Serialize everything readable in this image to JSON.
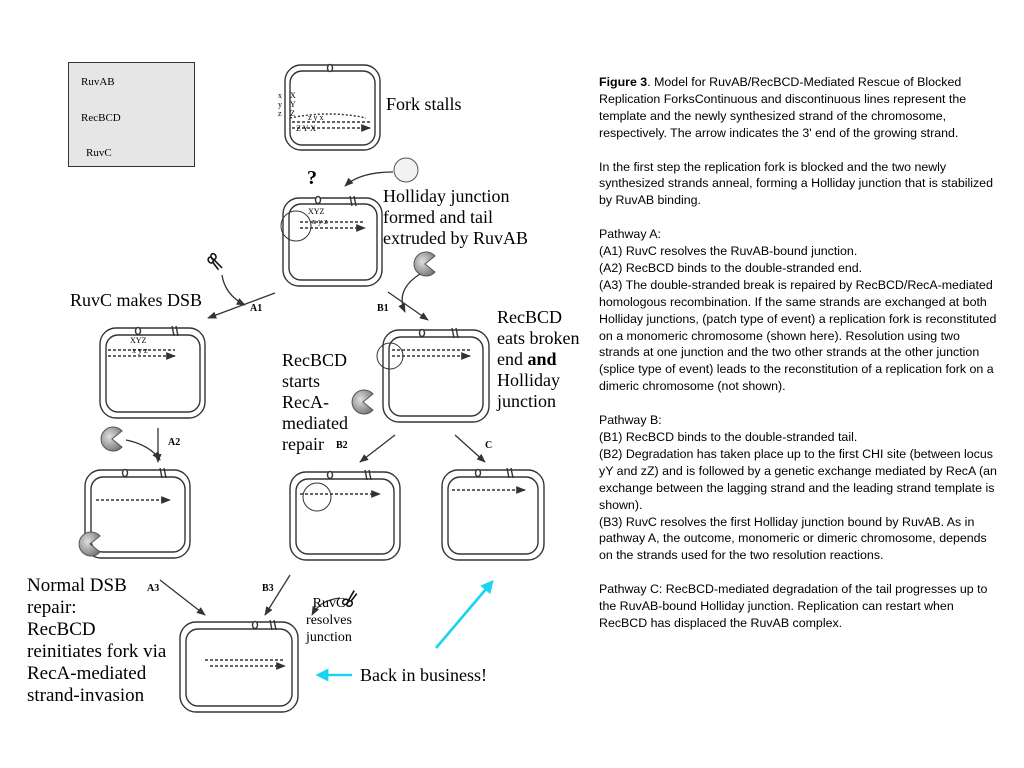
{
  "legend": {
    "ruvab": "RuvAB",
    "recbcd": "RecBCD",
    "ruvc": "RuvC"
  },
  "labels": {
    "fork_stalls": "Fork stalls",
    "question": "?",
    "holliday": [
      "Holliday junction",
      "formed and tail",
      "extruded by RuvAB"
    ],
    "ruvc_dsb": "RuvC makes DSB",
    "recbcd_eats": [
      "RecBCD",
      "eats broken"
    ],
    "recbcd_eats_end": "end ",
    "recbcd_eats_and": "and",
    "recbcd_eats_tail": [
      "Holliday",
      "junction"
    ],
    "recbcd_starts": [
      "RecBCD",
      "starts",
      "RecA-",
      "mediated",
      "repair"
    ],
    "normal_dsb": [
      "Normal DSB",
      "repair:",
      "RecBCD",
      "reinitiates fork via",
      "RecA-mediated",
      "strand-invasion"
    ],
    "ruvc_resolves": [
      "RuvC",
      "resolves",
      "junction"
    ],
    "back_in_business": "Back in business!",
    "step_a1": "A1",
    "step_a2": "A2",
    "step_a3": "A3",
    "step_b1": "B1",
    "step_b2": "B2",
    "step_b3": "B3",
    "step_c": "C"
  },
  "locus_letters": {
    "xyz": [
      "X",
      "Y",
      "Z"
    ],
    "xyz_lower": [
      "x",
      "y",
      "z"
    ],
    "zyx_upper": "Z Y X",
    "zyx_lower": "z y x",
    "xyz_arm": "XYZ",
    "xyz_arm_lower": "x y z"
  },
  "caption": {
    "fig_label": "Figure 3",
    "intro": ". Model for RuvAB/RecBCD-Mediated Rescue of Blocked Replication ForksContinuous and discontinuous lines represent the template and the newly synthesized strand of the chromosome, respectively. The arrow indicates the 3' end of the growing strand.",
    "first_step": "In the first step the replication fork is blocked and the two newly synthesized strands anneal, forming a Holliday junction that is stabilized by RuvAB binding.",
    "pathway_a": [
      "Pathway A:",
      "(A1) RuvC resolves the RuvAB-bound junction.",
      "(A2) RecBCD binds to the double-stranded end.",
      "(A3) The double-stranded break is repaired by RecBCD/RecA-mediated homologous recombination. If the same strands are exchanged at both Holliday junctions, (patch type of event) a replication fork is reconstituted on a monomeric chromosome (shown here). Resolution using two strands at one junction and the two other strands at the other junction (splice type of event) leads to the reconstitution of a replication fork on a dimeric chromosome (not shown)."
    ],
    "pathway_b": [
      "Pathway B:",
      "(B1) RecBCD binds to the double-stranded tail.",
      "(B2) Degradation has taken place up to the first CHI site (between locus yY and zZ) and is followed by a genetic exchange mediated by RecA (an exchange between the lagging strand and the leading strand template is shown).",
      "(B3) RuvC resolves the first Holliday junction bound by RuvAB. As in pathway A, the outcome, monomeric or dimeric chromosome, depends on the strands used for the two resolution reactions."
    ],
    "pathway_c": "Pathway C: RecBCD-mediated degradation of the tail progresses up to the RuvAB-bound Holliday junction. Replication can restart when RecBCD has displaced the RuvAB complex."
  },
  "colors": {
    "ink": "#333333",
    "legend_bg": "#e6e6e6",
    "ruvab_fill": "#f2f2f2",
    "recbcd_fill": "#b5b5b5",
    "arrow_cyan": "#19d3f0"
  },
  "icons": [
    "ruvab-circle-icon",
    "recbcd-pacman-icon",
    "ruvc-scissors-icon"
  ]
}
